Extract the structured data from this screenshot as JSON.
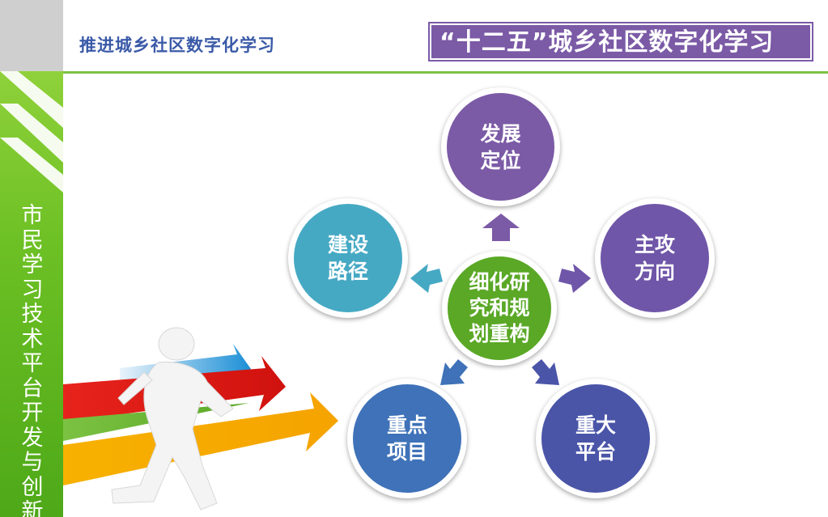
{
  "sidebar": {
    "vertical_text": "市民学习技术平台开发与创新"
  },
  "header": {
    "title": "推进城乡社区数字化学习"
  },
  "banner": {
    "text": "“十二五”城乡社区数字化学习"
  },
  "diagram": {
    "center": {
      "line1": "细化研",
      "line2": "究和规",
      "line3": "划重构"
    },
    "top": {
      "line1": "发展",
      "line2": "定位"
    },
    "right": {
      "line1": "主攻",
      "line2": "方向"
    },
    "bottom_right": {
      "line1": "重大",
      "line2": "平台"
    },
    "bottom_left": {
      "line1": "重点",
      "line2": "项目"
    },
    "left": {
      "line1": "建设",
      "line2": "路径"
    }
  },
  "colors": {
    "purple": "#7b5aa6",
    "teal": "#46a9c4",
    "green": "#5aa826",
    "blue_dark": "#4a55a8",
    "blue": "#3f72b8",
    "accent_green": "#7cc242"
  }
}
